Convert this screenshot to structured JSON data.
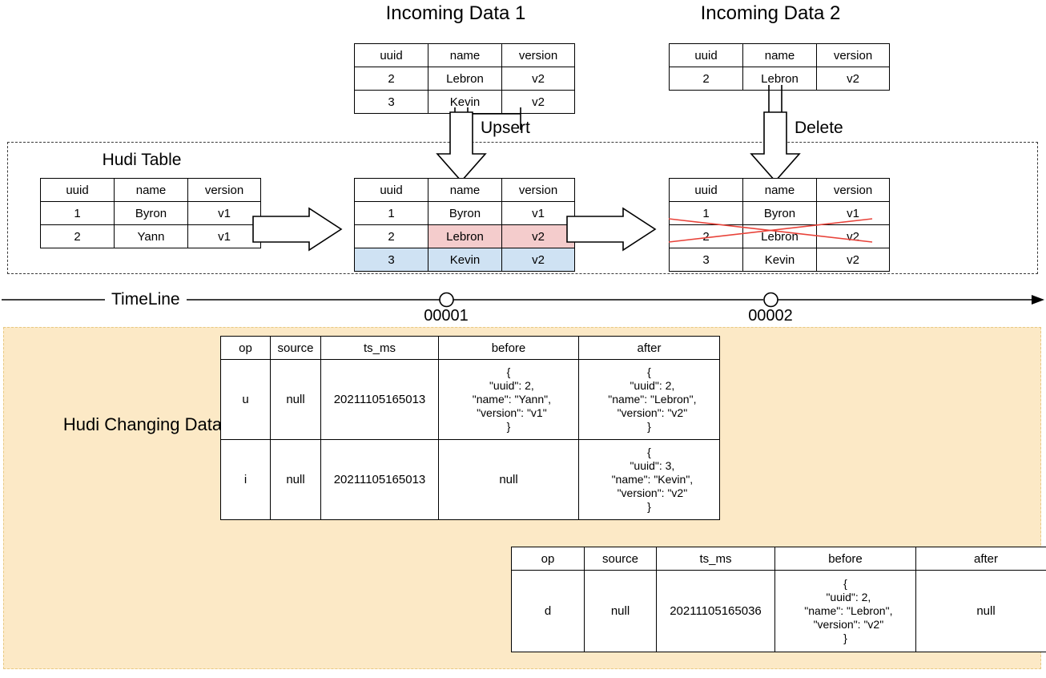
{
  "headings": {
    "incoming1": "Incoming Data 1",
    "incoming2": "Incoming Data 2",
    "hudi_table": "Hudi Table",
    "hudi_changing_data": "Hudi Changing Data"
  },
  "operations": {
    "upsert": "Upsert",
    "delete": "Delete"
  },
  "timeline": {
    "label": "TimeLine",
    "markers": [
      {
        "id": "00001"
      },
      {
        "id": "00002"
      }
    ]
  },
  "colors": {
    "highlight_update": "#f4cccc",
    "highlight_insert": "#cfe2f3",
    "delete_strike": "#e8433a",
    "changing_data_bg": "#fce9c6",
    "changing_data_border": "#e8c982",
    "region_border": "#3a3a3a"
  },
  "record_columns": [
    "uuid",
    "name",
    "version"
  ],
  "incoming1_rows": [
    {
      "uuid": "2",
      "name": "Lebron",
      "version": "v2"
    },
    {
      "uuid": "3",
      "name": "Kevin",
      "version": "v2"
    }
  ],
  "incoming2_rows": [
    {
      "uuid": "2",
      "name": "Lebron",
      "version": "v2"
    }
  ],
  "hudi_initial_rows": [
    {
      "uuid": "1",
      "name": "Byron",
      "version": "v1"
    },
    {
      "uuid": "2",
      "name": "Yann",
      "version": "v1"
    }
  ],
  "hudi_after_upsert_rows": [
    {
      "uuid": "1",
      "name": "Byron",
      "version": "v1"
    },
    {
      "uuid": "2",
      "name": "Lebron",
      "version": "v2"
    },
    {
      "uuid": "3",
      "name": "Kevin",
      "version": "v2"
    }
  ],
  "hudi_after_delete_rows": [
    {
      "uuid": "1",
      "name": "Byron",
      "version": "v1"
    },
    {
      "uuid": "2",
      "name": "Lebron",
      "version": "v2"
    },
    {
      "uuid": "3",
      "name": "Kevin",
      "version": "v2"
    }
  ],
  "cdc_columns": [
    "op",
    "source",
    "ts_ms",
    "before",
    "after"
  ],
  "cdc_rows_commit1": [
    {
      "op": "u",
      "source": "null",
      "ts_ms": "20211105165013",
      "before": "{\n  \"uuid\": 2,\n  \"name\": \"Yann\",\n  \"version\": \"v1\"\n}",
      "after": "{\n  \"uuid\": 2,\n  \"name\": \"Lebron\",\n  \"version\": \"v2\"\n}"
    },
    {
      "op": "i",
      "source": "null",
      "ts_ms": "20211105165013",
      "before": "null",
      "after": "{\n  \"uuid\": 3,\n  \"name\": \"Kevin\",\n  \"version\": \"v2\"\n}"
    }
  ],
  "cdc_rows_commit2": [
    {
      "op": "d",
      "source": "null",
      "ts_ms": "20211105165036",
      "before": "{\n  \"uuid\": 2,\n  \"name\": \"Lebron\",\n  \"version\": \"v2\"\n}",
      "after": "null"
    }
  ]
}
